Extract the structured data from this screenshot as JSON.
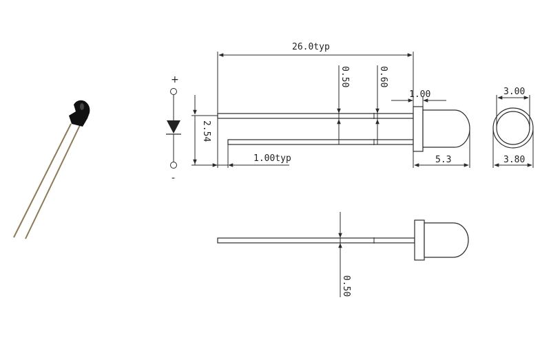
{
  "diagram": {
    "dimensions": {
      "overall_length": "26.0typ",
      "lead_diameter": "0.50",
      "standoff_width": "0.60",
      "flange_thickness": "1.00",
      "lead_spacing": "2.54",
      "short_lead_offset": "1.00typ",
      "body_length": "5.3",
      "lens_diameter": "3.00",
      "flange_diameter": "3.80",
      "side_lead_diameter": "0.50"
    },
    "polarity": {
      "anode": "+",
      "cathode": "-"
    },
    "colors": {
      "line": "#2a2a2a",
      "led_body": "#111111",
      "lead": "#8a7a5a"
    }
  }
}
